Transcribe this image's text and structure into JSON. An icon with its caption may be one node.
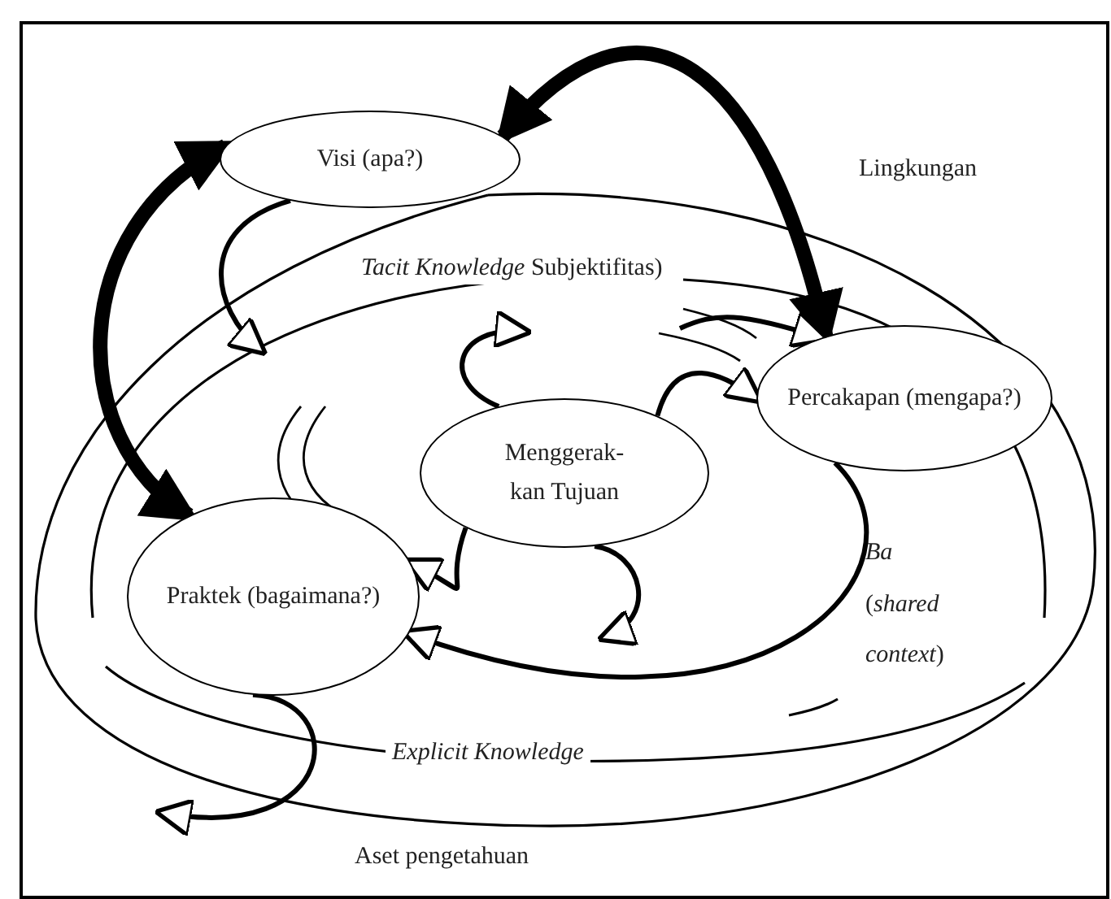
{
  "diagram": {
    "nodes": [
      {
        "text": [
          "Visi (apa?)"
        ]
      },
      {
        "text": [
          "Percakapan (mengapa?)"
        ]
      },
      {
        "text": [
          "Menggerak- kan Tujuan"
        ]
      },
      {
        "text": [
          "Praktek (bagaimana?)"
        ]
      }
    ],
    "edges": [
      {
        "from": 0,
        "to": 1,
        "arrow": "both",
        "style": "thick"
      },
      {
        "from": 0,
        "to": 3,
        "arrow": "both",
        "style": "thick"
      },
      {
        "from": 2,
        "to": 1,
        "arrow": "to"
      },
      {
        "from": 2,
        "to": 3,
        "arrow": "to"
      },
      {
        "from": 1,
        "to": 3,
        "arrow": "to"
      },
      {
        "from": null,
        "to": 1,
        "arrow": "to"
      },
      {
        "from": 0,
        "to": null,
        "arrow": "to"
      },
      {
        "from": 2,
        "to": null,
        "arrow": "to"
      },
      {
        "from": 2,
        "to": null,
        "arrow": "to"
      },
      {
        "from": 3,
        "to": null,
        "arrow": "to"
      }
    ],
    "labels": [
      "Lingkungan",
      "*Tacit Knowledge* Subjektifitas)",
      "*Ba* (*shared* *context*)",
      "Explicit Knowledge",
      "Aset pengetahuan"
    ]
  }
}
